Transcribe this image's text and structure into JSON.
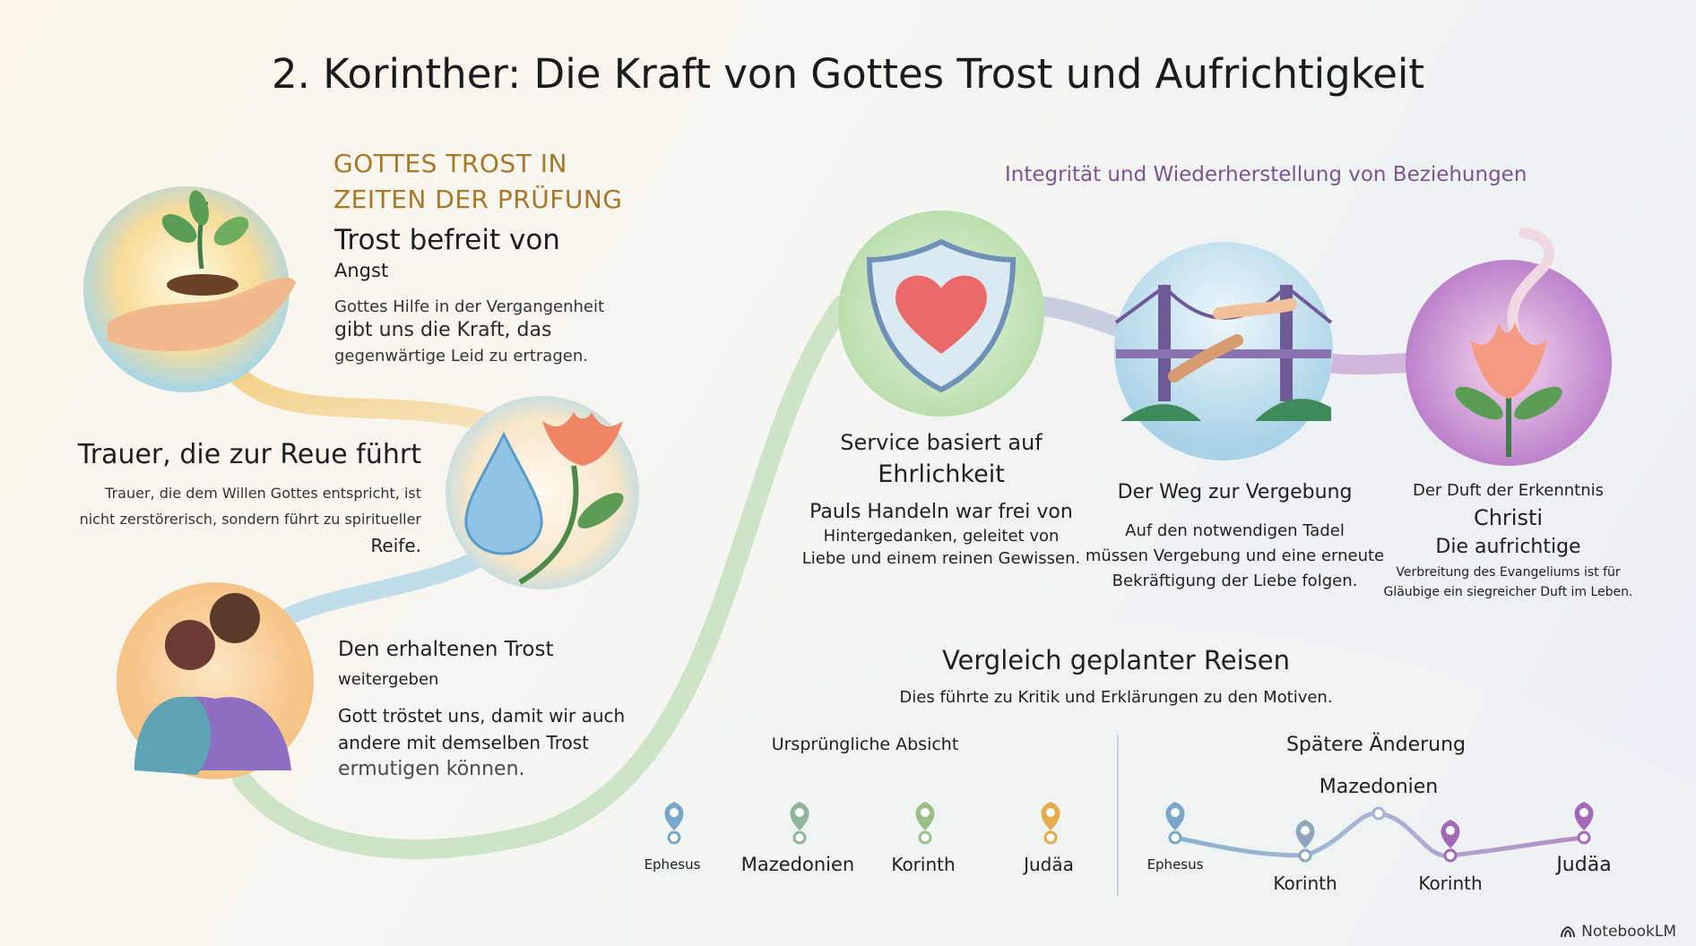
{
  "title": "2. Korinther: Die Kraft von Gottes Trost und Aufrichtigkeit",
  "left_section": {
    "heading_line1": "GOTTES TROST IN",
    "heading_line2": "ZEITEN DER PRÜFUNG",
    "block1": {
      "title": "Trost befreit von",
      "subtitle": "Angst",
      "line1": "Gottes Hilfe in der Vergangenheit",
      "line2": "gibt uns die Kraft, das",
      "line3": "gegenwärtige Leid zu ertragen."
    },
    "block2": {
      "title": "Trauer, die zur Reue führt",
      "line1": "Trauer, die dem Willen Gottes entspricht, ist",
      "line2": "nicht zerstörerisch, sondern führt zu spiritueller",
      "line3": "Reife."
    },
    "block3": {
      "title": "Den erhaltenen Trost",
      "subtitle": "weitergeben",
      "line1": "Gott tröstet uns, damit wir auch",
      "line2": "andere mit demselben Trost",
      "line3": "ermutigen können."
    }
  },
  "right_section": {
    "heading": "Integrität und Wiederherstellung von Beziehungen",
    "item1": {
      "title1": "Service basiert auf",
      "title2": "Ehrlichkeit",
      "line1": "Pauls Handeln war frei von",
      "line2": "Hintergedanken, geleitet von",
      "line3": "Liebe und einem reinen Gewissen."
    },
    "item2": {
      "title": "Der Weg zur Vergebung",
      "line1": "Auf den notwendigen Tadel",
      "line2": "müssen Vergebung und eine erneute",
      "line3": "Bekräftigung der Liebe folgen."
    },
    "item3": {
      "title1": "Der Duft der Erkenntnis",
      "title2": "Christi",
      "title3": "Die aufrichtige",
      "line1": "Verbreitung des Evangeliums ist für",
      "line2": "Gläubige ein siegreicher Duft im Leben."
    }
  },
  "travel": {
    "title": "Vergleich geplanter Reisen",
    "subtitle": "Dies führte zu Kritik und Erklärungen zu den Motiven.",
    "original_label": "Ursprüngliche Absicht",
    "original_stops": [
      "Ephesus",
      "Mazedonien",
      "Korinth",
      "Judäa"
    ],
    "later_label": "Spätere Änderung",
    "later_stops": [
      "Ephesus",
      "Korinth",
      "Mazedonien",
      "Korinth",
      "Judäa"
    ]
  },
  "branding": {
    "logo_text": "NotebookLM"
  },
  "colors": {
    "gold": "#a8782a",
    "purple": "#7a5690",
    "green": "#a9cf9a",
    "blue": "#a8cfe3"
  }
}
